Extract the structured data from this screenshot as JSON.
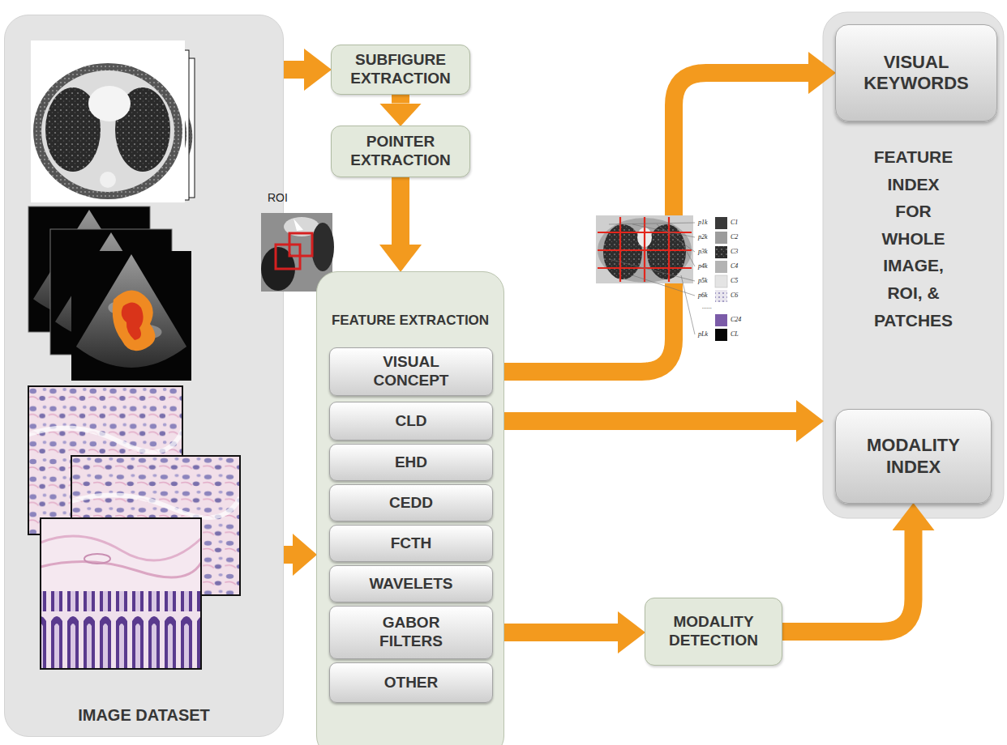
{
  "diagram": {
    "nodes": [
      {
        "text": [
          "IMAGE DATASET"
        ]
      },
      {
        "text": [
          "SUBFIGURE EXTRACTION"
        ]
      },
      {
        "text": [
          "POINTER EXTRACTION"
        ]
      },
      {
        "text": [
          "FEATURE EXTRACTION"
        ]
      },
      {
        "text": [
          "VISUAL CONCEPT"
        ],
        "in": 3
      },
      {
        "text": [
          "CLD"
        ],
        "in": 3
      },
      {
        "text": [
          "EHD"
        ],
        "in": 3
      },
      {
        "text": [
          "CEDD"
        ],
        "in": 3
      },
      {
        "text": [
          "FCTH"
        ],
        "in": 3
      },
      {
        "text": [
          "WAVELETS"
        ],
        "in": 3
      },
      {
        "text": [
          "GABOR FILTERS"
        ],
        "in": 3
      },
      {
        "text": [
          "OTHER"
        ],
        "in": 3
      },
      {
        "text": [
          "FEATURE INDEX FOR WHOLE IMAGE, ROI, & PATCHES"
        ]
      },
      {
        "text": [
          "VISUAL KEYWORDS"
        ],
        "in": 12
      },
      {
        "text": [
          "MODALITY INDEX"
        ],
        "in": 12
      },
      {
        "text": [
          "MODALITY DETECTION"
        ]
      }
    ],
    "edges": [
      {
        "from": 0,
        "to": 1,
        "arrow": "to"
      },
      {
        "from": 1,
        "to": 2,
        "arrow": "to"
      },
      {
        "from": 2,
        "to": 3,
        "arrow": "to"
      },
      {
        "from": 0,
        "to": 3,
        "arrow": "to"
      },
      {
        "from": 4,
        "to": 13,
        "arrow": "to"
      },
      {
        "from": 5,
        "to": 12,
        "arrow": "to"
      },
      {
        "from": 10,
        "to": 15,
        "arrow": "to"
      },
      {
        "from": 15,
        "to": 14,
        "arrow": "to"
      }
    ],
    "labels": [
      "ROI",
      "p1k",
      "p2k",
      "p3k",
      "p4k",
      "p5k",
      "p6k",
      "......",
      "pLk",
      "C1",
      "C2",
      "C3",
      "C4",
      "C5",
      "C6",
      "C24",
      "CL"
    ]
  }
}
